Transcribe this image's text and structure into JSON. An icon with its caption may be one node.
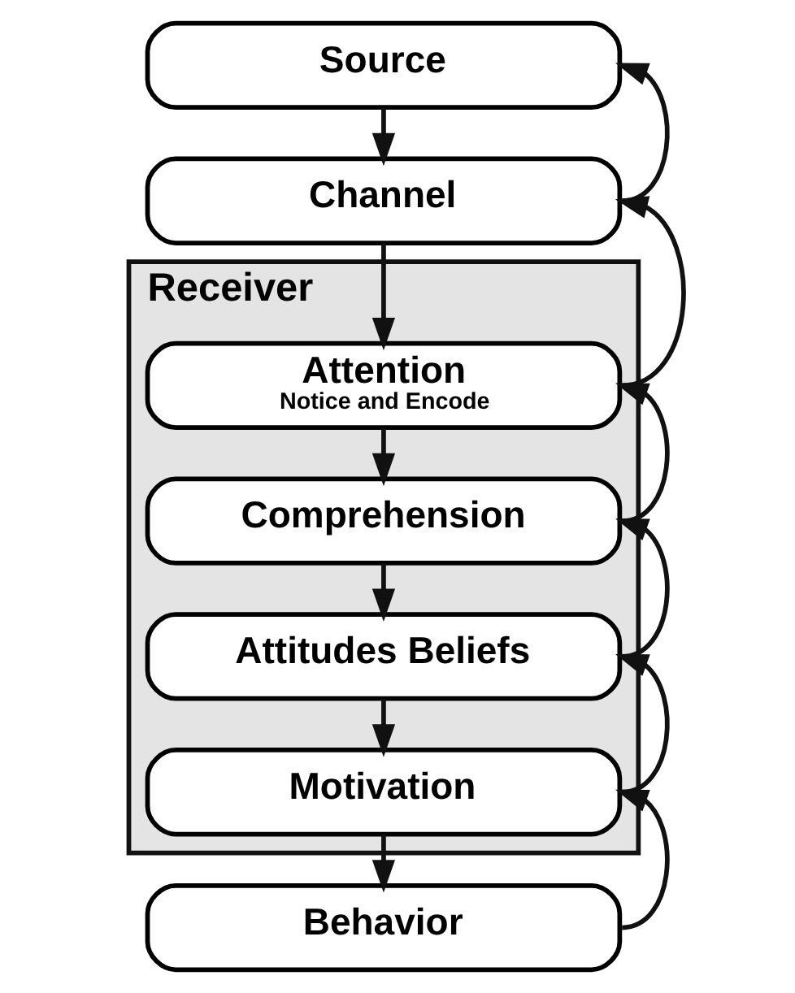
{
  "diagram": {
    "nodes": [
      {
        "text": [
          "Source"
        ]
      },
      {
        "text": [
          "Channel"
        ]
      },
      {
        "text": [
          "Receiver"
        ]
      },
      {
        "text": [
          "Attention",
          "Notice and Encode"
        ],
        "in": 2
      },
      {
        "text": [
          "Comprehension"
        ],
        "in": 2
      },
      {
        "text": [
          "Attitudes Beliefs"
        ],
        "in": 2
      },
      {
        "text": [
          "Motivation"
        ],
        "in": 2
      },
      {
        "text": [
          "Behavior"
        ]
      }
    ],
    "edges": [
      {
        "from": 0,
        "to": 1,
        "arrow": "to"
      },
      {
        "from": 1,
        "to": 3,
        "arrow": "to"
      },
      {
        "from": 3,
        "to": 4,
        "arrow": "to"
      },
      {
        "from": 4,
        "to": 5,
        "arrow": "to"
      },
      {
        "from": 5,
        "to": 6,
        "arrow": "to"
      },
      {
        "from": 6,
        "to": 7,
        "arrow": "to"
      },
      {
        "from": 1,
        "to": 0,
        "arrow": "to"
      },
      {
        "from": 3,
        "to": 1,
        "arrow": "to"
      },
      {
        "from": 4,
        "to": 3,
        "arrow": "to"
      },
      {
        "from": 5,
        "to": 4,
        "arrow": "to"
      },
      {
        "from": 6,
        "to": 5,
        "arrow": "to"
      },
      {
        "from": 7,
        "to": 6,
        "arrow": "to"
      }
    ]
  }
}
